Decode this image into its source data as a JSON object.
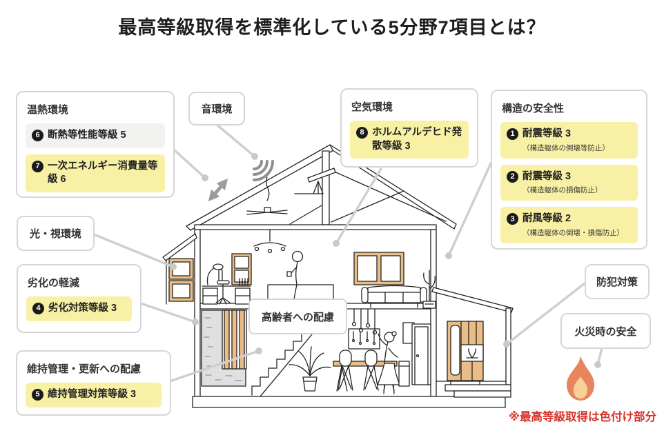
{
  "title": "最高等級取得を標準化している5分野7項目とは？",
  "note": "※最高等級取得は色付け部分",
  "colors": {
    "highlight_yellow": "#f8f0a4",
    "plain_gray": "#f2f2f1",
    "box_border": "#d6d6d6",
    "leader_line": "#cfcfcf",
    "note_red": "#d6352b",
    "badge_black": "#1a1a1a",
    "wood_tan": "#e9bd85",
    "flame_orange": "#e8845e",
    "flame_inner": "#f6d29a"
  },
  "icons": {
    "sound": "sound-waves-icon",
    "thermal": "double-arrow-icon",
    "fire": "flame-icon",
    "house": "house-cross-section-illustration"
  },
  "callouts": {
    "thermal": {
      "title": "温熱環境",
      "items": [
        {
          "num": "6",
          "label": "断熱等性能等級 5",
          "highlight": false
        },
        {
          "num": "7",
          "label": "一次エネルギー消費量等級 6",
          "highlight": true
        }
      ]
    },
    "sound": {
      "title": "音環境"
    },
    "air": {
      "title": "空気環境",
      "items": [
        {
          "num": "8",
          "label": "ホルムアルデヒド発散等級 3",
          "highlight": true
        }
      ]
    },
    "structure": {
      "title": "構造の安全性",
      "items": [
        {
          "num": "1",
          "label": "耐震等級 3",
          "sub": "（構造躯体の倒壊等防止）",
          "highlight": true
        },
        {
          "num": "2",
          "label": "耐震等級 3",
          "sub": "（構造躯体の損傷防止）",
          "highlight": true
        },
        {
          "num": "3",
          "label": "耐風等級 2",
          "sub": "（構造躯体の倒壊・損傷防止）",
          "highlight": true
        }
      ]
    },
    "light": {
      "title": "光・視環境"
    },
    "deterioration": {
      "title": "劣化の軽減",
      "items": [
        {
          "num": "4",
          "label": "劣化対策等級 3",
          "highlight": true
        }
      ]
    },
    "maintenance": {
      "title": "維持管理・更新への配慮",
      "items": [
        {
          "num": "5",
          "label": "維持管理対策等級 3",
          "highlight": true
        }
      ]
    },
    "elderly": {
      "title": "高齢者への配慮"
    },
    "security": {
      "title": "防犯対策"
    },
    "fire": {
      "title": "火災時の安全"
    }
  }
}
